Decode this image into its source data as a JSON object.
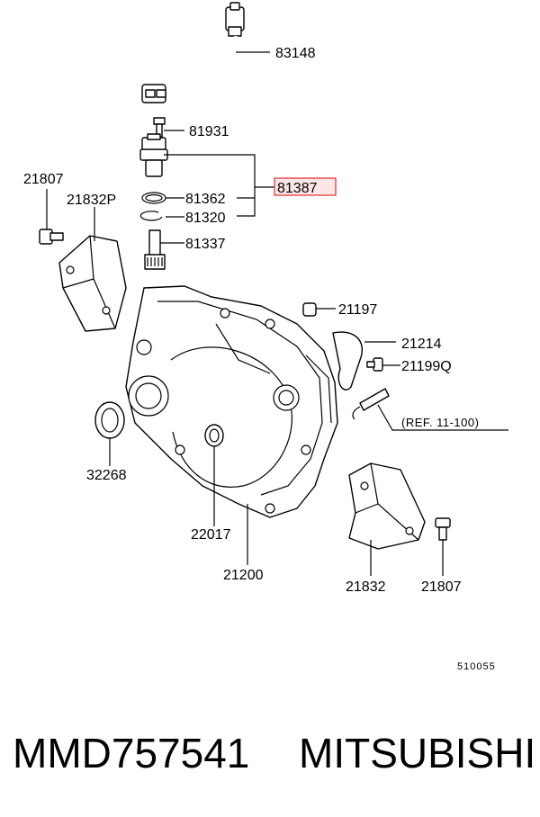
{
  "diagram": {
    "callouts": {
      "p83148": "83148",
      "p81931": "81931",
      "p81387": "81387",
      "p81362": "81362",
      "p81320": "81320",
      "p81337": "81337",
      "p21807a": "21807",
      "p21832P": "21832P",
      "p21197": "21197",
      "p21214": "21214",
      "p21199Q": "21199Q",
      "p32268": "32268",
      "p22017": "22017",
      "p21200": "21200",
      "p21832": "21832",
      "p21807b": "21807"
    },
    "reference": "(REF. 11-100)",
    "diagram_code": "510055",
    "highlight_color": "#e02a2a"
  },
  "footer": {
    "part_number": "MMD757541",
    "brand": "MITSUBISHI"
  }
}
